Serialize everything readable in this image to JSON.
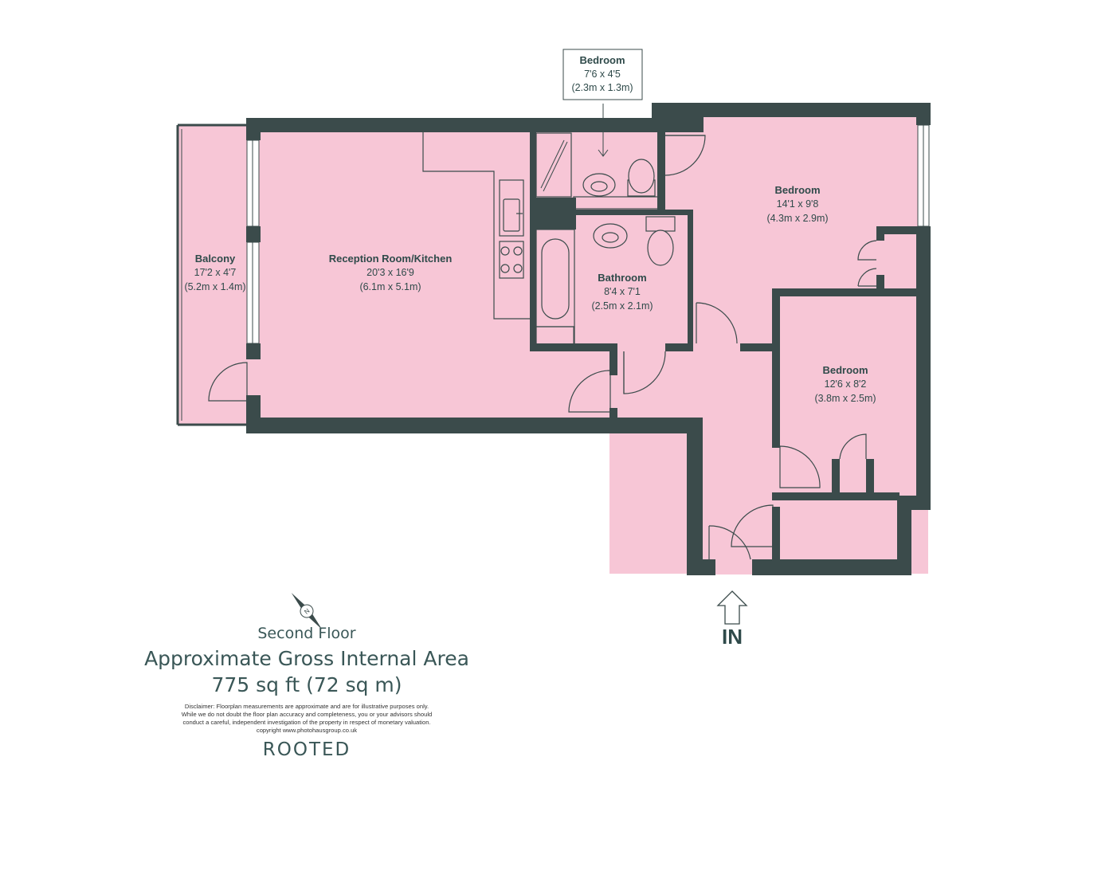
{
  "rooms": {
    "balcony": {
      "name": "Balcony",
      "imperial": "17'2 x 4'7",
      "metric": "(5.2m x 1.4m)"
    },
    "reception": {
      "name": "Reception Room/Kitchen",
      "imperial": "20'3 x 16'9",
      "metric": "(6.1m x 5.1m)"
    },
    "small_bedroom": {
      "name": "Bedroom",
      "imperial": "7'6 x 4'5",
      "metric": "(2.3m x 1.3m)"
    },
    "bathroom": {
      "name": "Bathroom",
      "imperial": "8'4 x 7'1",
      "metric": "(2.5m x 2.1m)"
    },
    "bedroom_1": {
      "name": "Bedroom",
      "imperial": "14'1 x 9'8",
      "metric": "(4.3m x 2.9m)"
    },
    "bedroom_2": {
      "name": "Bedroom",
      "imperial": "12'6 x 8'2",
      "metric": "(3.8m x 2.5m)"
    }
  },
  "entrance_label": "IN",
  "compass_letter": "N",
  "floor_name": "Second Floor",
  "area_title": "Approximate Gross Internal Area",
  "area_value": "775 sq ft (72 sq m)",
  "disclaimer": {
    "line1": "Disclaimer: Floorplan measurements are approximate and are for illustrative purposes only.",
    "line2": "While we do not doubt the floor plan accuracy and completeness, you or your advisors should",
    "line3": "conduct a careful, independent investigation of the property in respect of monetary valuation.",
    "line4": "copyright www.photohausgroup.co.uk"
  },
  "logo": "ROOTED",
  "colors": {
    "floor": "#f7c6d6",
    "wall": "#3b4b4b",
    "text": "#2f4a4a"
  }
}
